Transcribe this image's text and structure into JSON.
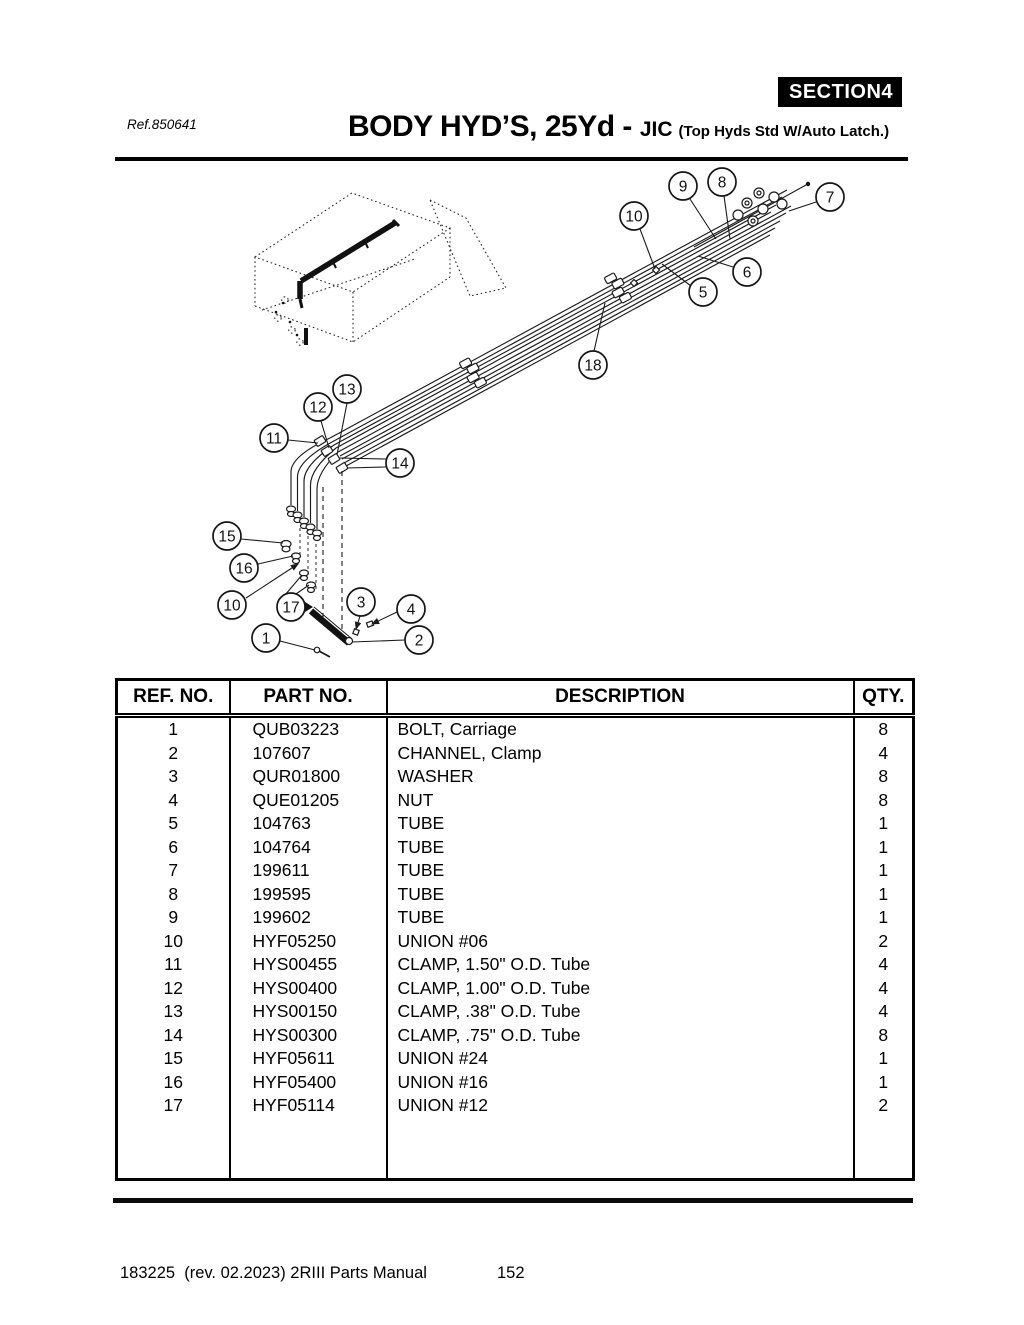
{
  "header": {
    "section_word": "SECTION",
    "section_number": "4",
    "ref_label": "Ref.850641",
    "title_main": "BODY HYD’S, 25Yd -",
    "title_sub": "JIC",
    "title_note": "(Top Hyds Std W/Auto Latch.)"
  },
  "diagram": {
    "callouts": [
      {
        "n": "1"
      },
      {
        "n": "2"
      },
      {
        "n": "3"
      },
      {
        "n": "4"
      },
      {
        "n": "5"
      },
      {
        "n": "6"
      },
      {
        "n": "7"
      },
      {
        "n": "8"
      },
      {
        "n": "9"
      },
      {
        "n": "10"
      },
      {
        "n": "10"
      },
      {
        "n": "11"
      },
      {
        "n": "12"
      },
      {
        "n": "13"
      },
      {
        "n": "14"
      },
      {
        "n": "15"
      },
      {
        "n": "16"
      },
      {
        "n": "17"
      },
      {
        "n": "18"
      }
    ]
  },
  "table": {
    "headers": [
      "REF. NO.",
      "PART NO.",
      "DESCRIPTION",
      "QTY."
    ],
    "rows": [
      {
        "ref": "1",
        "part": "QUB03223",
        "desc": "BOLT, Carriage",
        "qty": "8"
      },
      {
        "ref": "2",
        "part": "107607",
        "desc": "CHANNEL, Clamp",
        "qty": "4"
      },
      {
        "ref": "3",
        "part": "QUR01800",
        "desc": "WASHER",
        "qty": "8"
      },
      {
        "ref": "4",
        "part": "QUE01205",
        "desc": "NUT",
        "qty": "8"
      },
      {
        "ref": "5",
        "part": "104763",
        "desc": "TUBE",
        "qty": "1"
      },
      {
        "ref": "6",
        "part": "104764",
        "desc": "TUBE",
        "qty": "1"
      },
      {
        "ref": "7",
        "part": "199611",
        "desc": "TUBE",
        "qty": "1"
      },
      {
        "ref": "8",
        "part": "199595",
        "desc": "TUBE",
        "qty": "1"
      },
      {
        "ref": "9",
        "part": "199602",
        "desc": "TUBE",
        "qty": "1"
      },
      {
        "ref": "10",
        "part": "HYF05250",
        "desc": "UNION #06",
        "qty": "2"
      },
      {
        "ref": "11",
        "part": "HYS00455",
        "desc": "CLAMP, 1.50\" O.D. Tube",
        "qty": "4"
      },
      {
        "ref": "12",
        "part": "HYS00400",
        "desc": "CLAMP, 1.00\" O.D. Tube",
        "qty": "4"
      },
      {
        "ref": "13",
        "part": "HYS00150",
        "desc": "CLAMP, .38\" O.D. Tube",
        "qty": "4"
      },
      {
        "ref": "14",
        "part": "HYS00300",
        "desc": "CLAMP, .75\" O.D. Tube",
        "qty": "8"
      },
      {
        "ref": "15",
        "part": "HYF05611",
        "desc": "UNION #24",
        "qty": "1"
      },
      {
        "ref": "16",
        "part": "HYF05400",
        "desc": "UNION #16",
        "qty": "1"
      },
      {
        "ref": "17",
        "part": "HYF05114",
        "desc": "UNION #12",
        "qty": "2"
      }
    ]
  },
  "footer": {
    "left": "183225  (rev. 02.2023) 2RIII Parts Manual",
    "page_number": "152"
  }
}
